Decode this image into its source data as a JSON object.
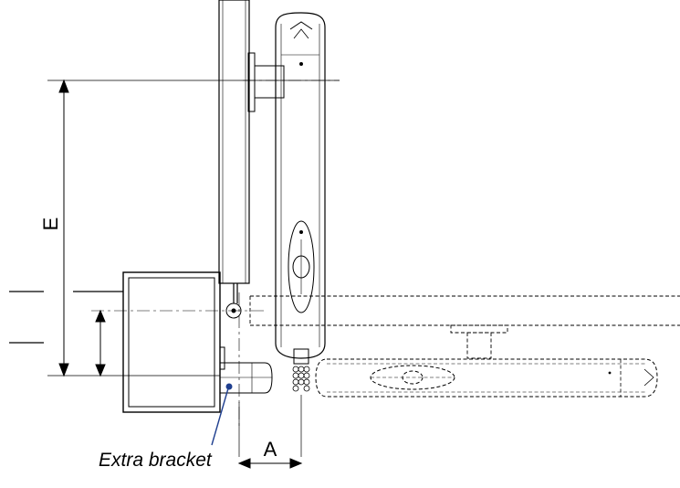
{
  "labels": {
    "dimension_e": "E",
    "dimension_a": "A",
    "extra_bracket": "Extra bracket"
  },
  "colors": {
    "line": "#000000",
    "leader": "#1f3f8f"
  }
}
